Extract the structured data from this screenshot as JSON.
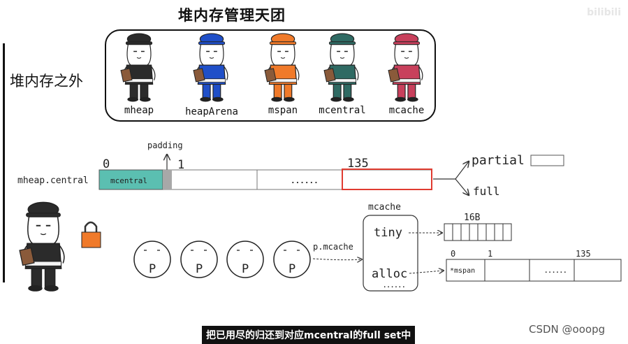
{
  "title": "堆内存管理天团",
  "side_label": "堆内存之外",
  "team": [
    {
      "name": "mheap",
      "hat": "#2b2b2b",
      "body": "#2b2b2b"
    },
    {
      "name": "heapArena",
      "hat": "#1f4fc8",
      "body": "#1f4fc8"
    },
    {
      "name": "mspan",
      "hat": "#f07a2a",
      "body": "#f07a2a"
    },
    {
      "name": "mcentral",
      "hat": "#2f6a63",
      "body": "#2f6a63"
    },
    {
      "name": "mcache",
      "hat": "#c8405c",
      "body": "#c8405c"
    }
  ],
  "mheap_central": {
    "label": "mheap.central",
    "padding_label": "padding",
    "index_0": "0",
    "index_1": "1",
    "index_135": "135",
    "cell_label": "mcentral",
    "dots": "......",
    "partial": "partial",
    "full": "full",
    "mcentral_color": "#5bbfb1",
    "highlight_color": "#e03b30"
  },
  "mcache": {
    "title": "mcache",
    "tiny": "tiny",
    "alloc": "alloc",
    "dots": "......",
    "size_label": "16B",
    "p_link": "p.mcache"
  },
  "alloc_array": {
    "index_0": "0",
    "index_1": "1",
    "index_135": "135",
    "first_cell": "*mspan",
    "dots": "......"
  },
  "processors": [
    {
      "letter": "P"
    },
    {
      "letter": "P"
    },
    {
      "letter": "P"
    },
    {
      "letter": "P"
    }
  ],
  "lock_color": "#f07a2a",
  "subtitle": "把已用尽的归还到对应mcentral的full set中",
  "credit": "CSDN @ooopg",
  "watermark": "bilibili"
}
